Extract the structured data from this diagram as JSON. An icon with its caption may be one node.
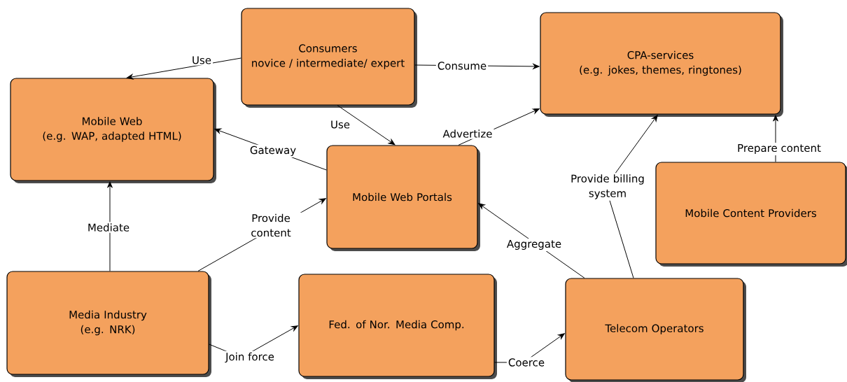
{
  "diagram": {
    "nodes": [
      {
        "text": [
          "Consumers",
          "novice / intermediate/ expert"
        ]
      },
      {
        "text": [
          "CPA-services",
          "(e.g. jokes, themes, ringtones)"
        ]
      },
      {
        "text": [
          "Mobile Web",
          "(e.g. WAP, adapted HTML)"
        ]
      },
      {
        "text": [
          "Mobile Web Portals"
        ]
      },
      {
        "text": [
          "Mobile Content Providers"
        ]
      },
      {
        "text": [
          "Media Industry",
          "(e.g. NRK)"
        ]
      },
      {
        "text": [
          "Fed. of Nor. Media Comp."
        ]
      },
      {
        "text": [
          "Telecom Operators"
        ]
      }
    ],
    "edges": [
      {
        "from": 0,
        "to": 2,
        "arrow": "to",
        "label": "Use"
      },
      {
        "from": 0,
        "to": 1,
        "arrow": "to",
        "label": "Consume"
      },
      {
        "from": 0,
        "to": 3,
        "arrow": "to",
        "label": "Use"
      },
      {
        "from": 3,
        "to": 1,
        "arrow": "to",
        "label": "Advertize"
      },
      {
        "from": 3,
        "to": 2,
        "arrow": "to",
        "label": "Gateway"
      },
      {
        "from": 4,
        "to": 1,
        "arrow": "to",
        "label": "Prepare content"
      },
      {
        "from": 5,
        "to": 2,
        "arrow": "to",
        "label": "Mediate"
      },
      {
        "from": 5,
        "to": 3,
        "arrow": "to",
        "label": "Provide content"
      },
      {
        "from": 5,
        "to": 6,
        "arrow": "to",
        "label": "Join force"
      },
      {
        "from": 6,
        "to": 7,
        "arrow": "to",
        "label": "Coerce"
      },
      {
        "from": 7,
        "to": 3,
        "arrow": "to",
        "label": "Aggregate"
      },
      {
        "from": 7,
        "to": 1,
        "arrow": "to",
        "label": "Provide billing system"
      }
    ]
  }
}
